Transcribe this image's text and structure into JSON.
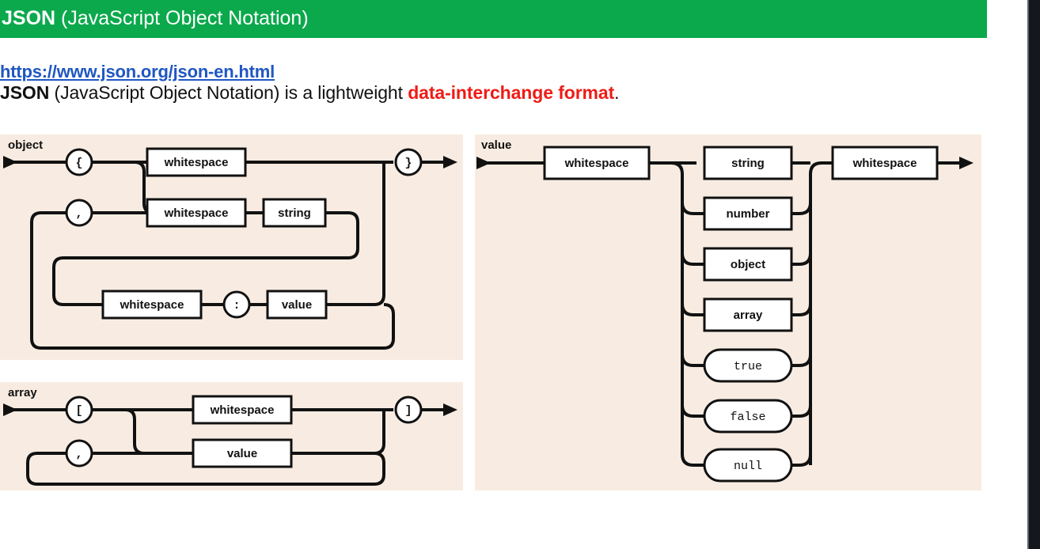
{
  "header": {
    "title_bold": "JSON",
    "title_rest": " (JavaScript Object Notation)",
    "bg_color": "#0ba94c",
    "text_color": "#ffffff"
  },
  "content": {
    "source_link": "https://www.json.org/json-en.html",
    "lead_bold": "JSON",
    "lead_rest": " (JavaScript Object Notation) is a lightweight ",
    "lead_highlight": "data-interchange format",
    "lead_tail": ".",
    "link_color": "#1f57c3",
    "highlight_color": "#ef1b16"
  },
  "diagrams": {
    "panel_bg": "#f8ece2",
    "object": {
      "label": "object",
      "nodes": [
        {
          "kind": "terminal-circle",
          "text": "{"
        },
        {
          "kind": "nonterminal",
          "text": "whitespace"
        },
        {
          "kind": "terminal-circle",
          "text": ","
        },
        {
          "kind": "nonterminal",
          "text": "whitespace"
        },
        {
          "kind": "nonterminal",
          "text": "string"
        },
        {
          "kind": "nonterminal",
          "text": "whitespace"
        },
        {
          "kind": "terminal-circle",
          "text": ":"
        },
        {
          "kind": "nonterminal",
          "text": "value"
        },
        {
          "kind": "terminal-circle",
          "text": "}"
        }
      ]
    },
    "array": {
      "label": "array",
      "nodes": [
        {
          "kind": "terminal-circle",
          "text": "["
        },
        {
          "kind": "nonterminal",
          "text": "whitespace"
        },
        {
          "kind": "terminal-circle",
          "text": ","
        },
        {
          "kind": "nonterminal",
          "text": "value"
        },
        {
          "kind": "terminal-circle",
          "text": "]"
        }
      ]
    },
    "value": {
      "label": "value",
      "lead": {
        "kind": "nonterminal",
        "text": "whitespace"
      },
      "alternatives": [
        {
          "kind": "nonterminal",
          "text": "string"
        },
        {
          "kind": "nonterminal",
          "text": "number"
        },
        {
          "kind": "nonterminal",
          "text": "object"
        },
        {
          "kind": "nonterminal",
          "text": "array"
        },
        {
          "kind": "literal",
          "text": "true"
        },
        {
          "kind": "literal",
          "text": "false"
        },
        {
          "kind": "literal",
          "text": "null"
        }
      ],
      "trail": {
        "kind": "nonterminal",
        "text": "whitespace"
      }
    }
  }
}
